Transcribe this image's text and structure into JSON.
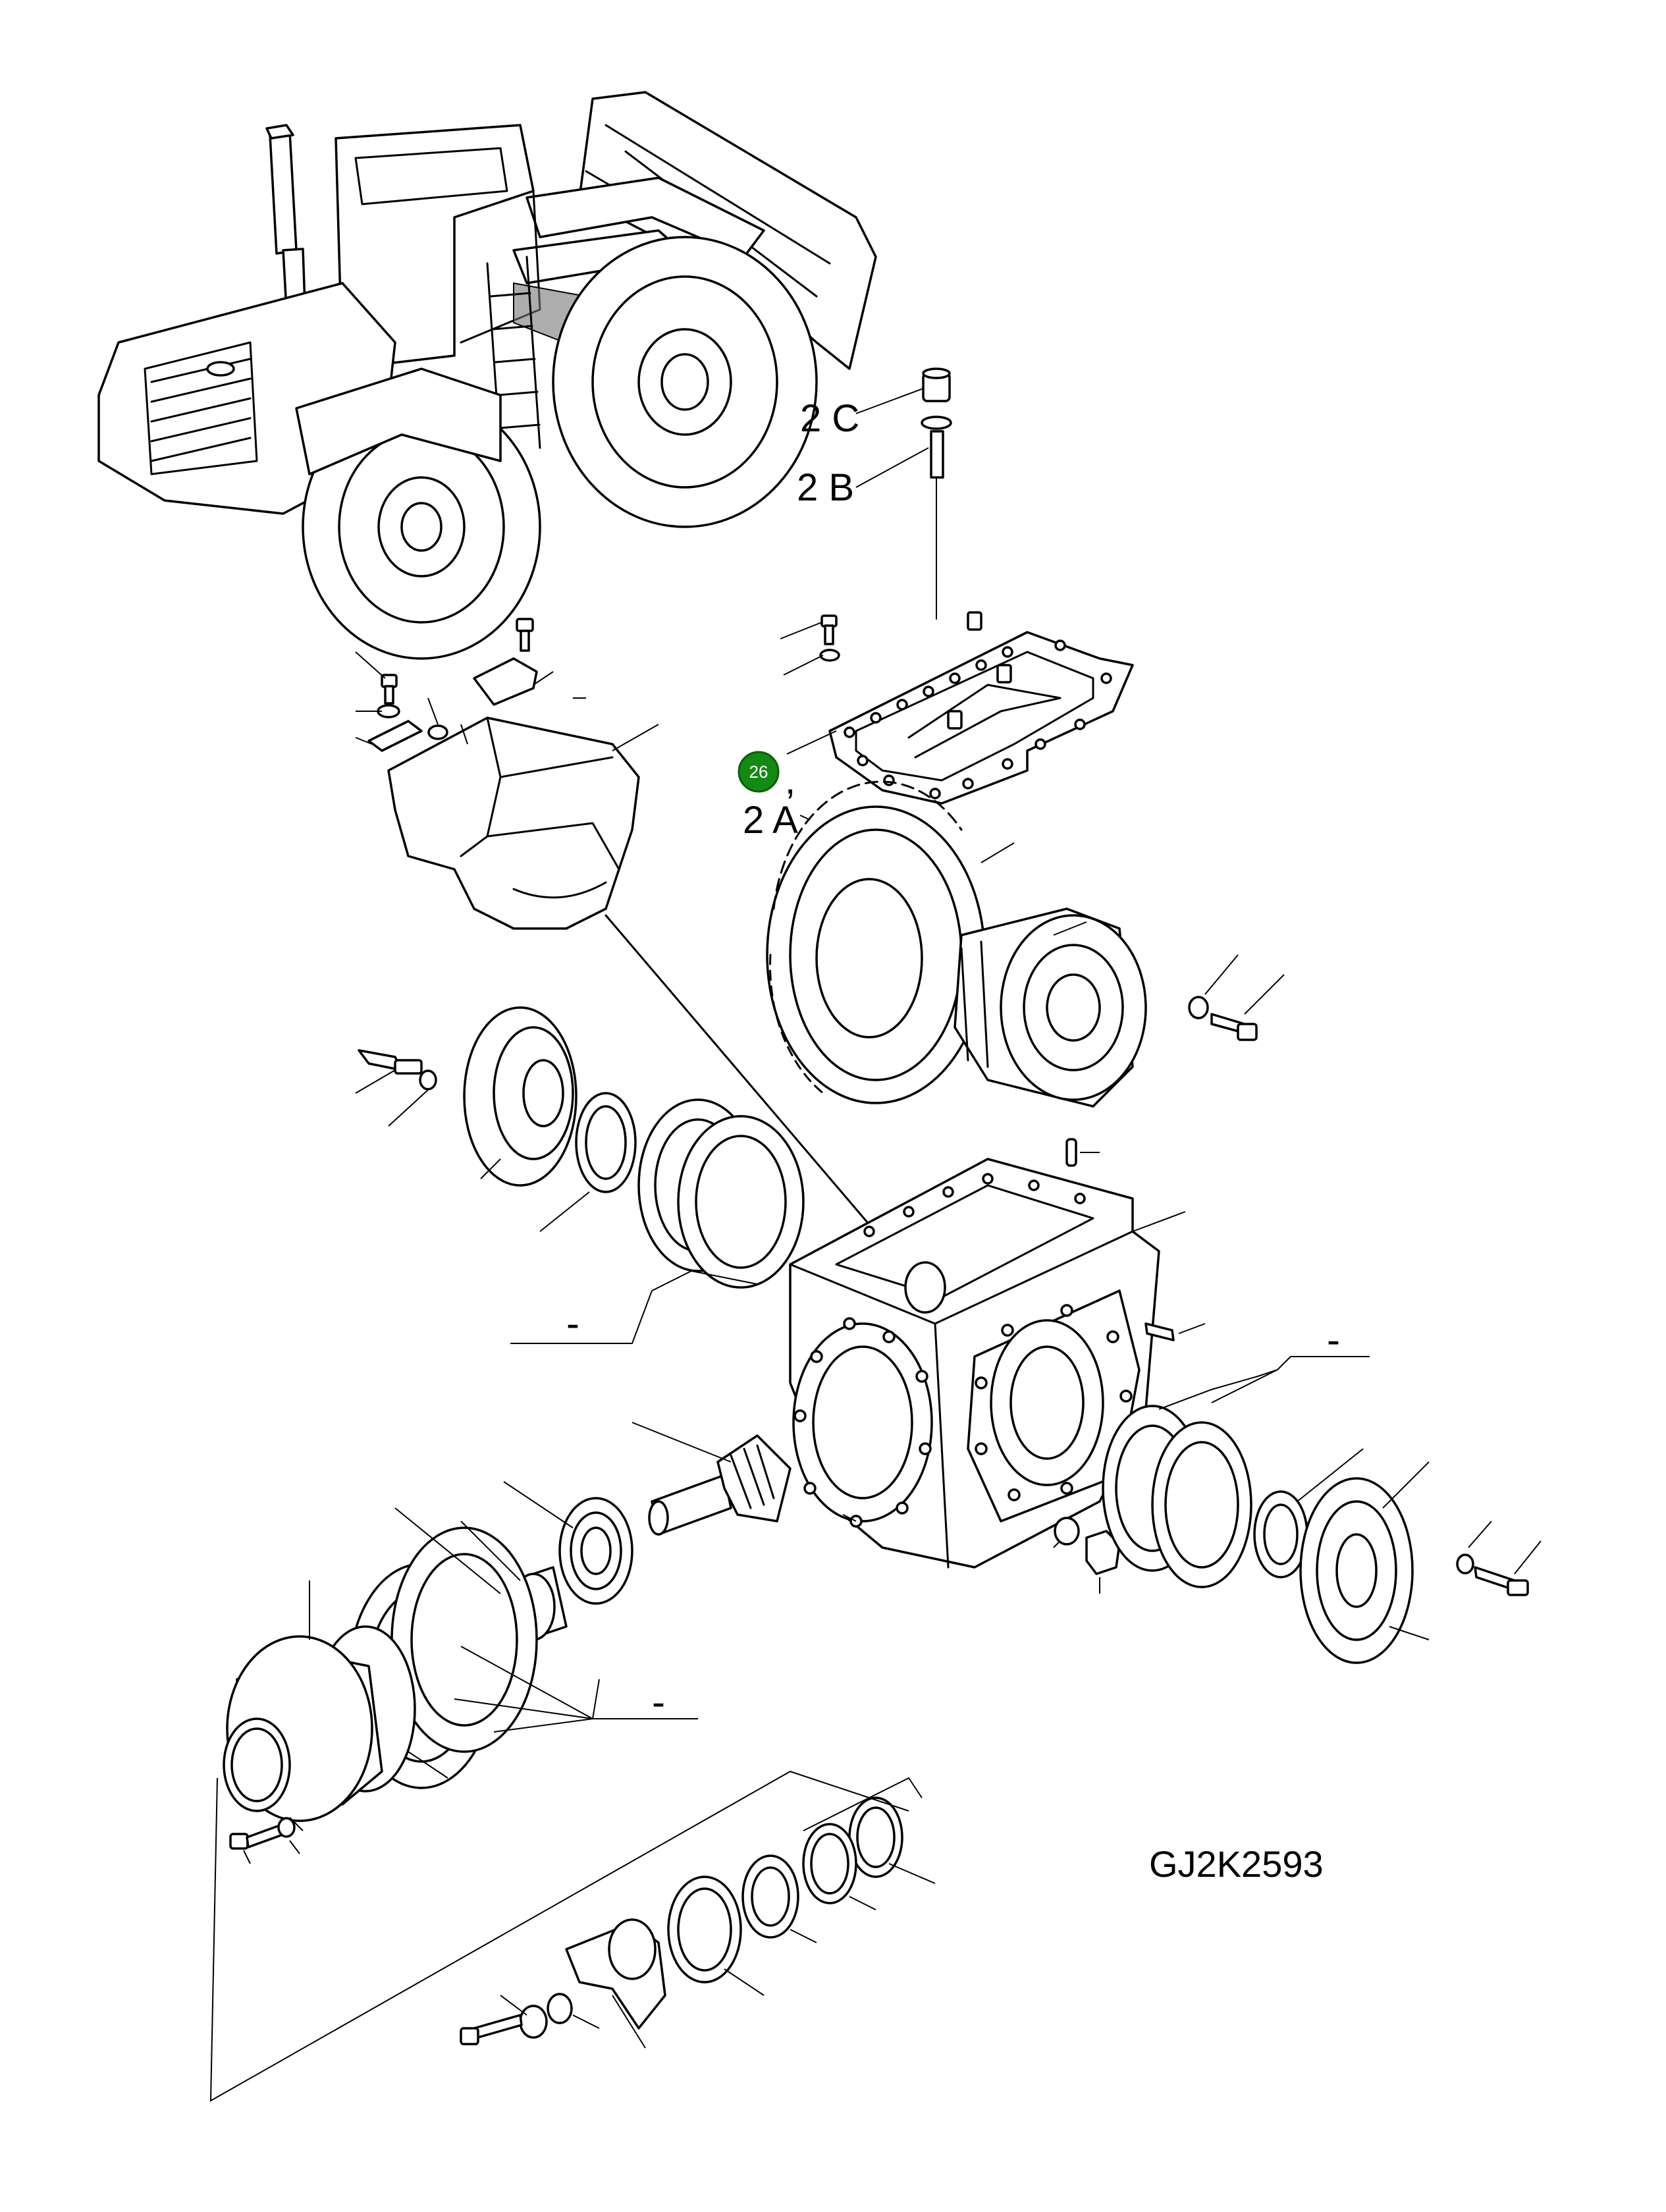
{
  "drawing": {
    "code": "GJ2K2593"
  },
  "callouts": {
    "c1": {
      "text": "2 C"
    },
    "c2": {
      "text": "2 B"
    },
    "c3": {
      "text": "2 A"
    },
    "comma": {
      "text": ","
    }
  },
  "highlight": {
    "label": "26",
    "color": "#138a13"
  },
  "group_dashes": [
    "-",
    "-",
    "-"
  ]
}
